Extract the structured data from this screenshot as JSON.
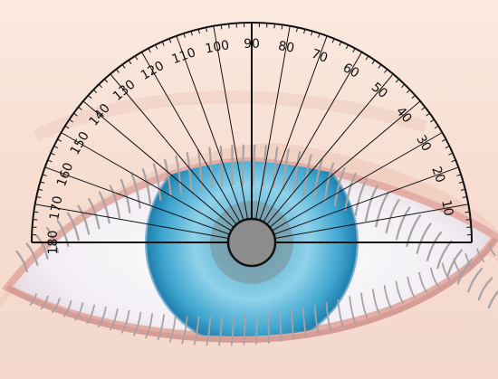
{
  "diagram": {
    "protractor": {
      "tick_labels": [
        {
          "angle": 10,
          "text": "10"
        },
        {
          "angle": 20,
          "text": "20"
        },
        {
          "angle": 30,
          "text": "30"
        },
        {
          "angle": 40,
          "text": "40"
        },
        {
          "angle": 50,
          "text": "50"
        },
        {
          "angle": 60,
          "text": "60"
        },
        {
          "angle": 70,
          "text": "70"
        },
        {
          "angle": 80,
          "text": "80"
        },
        {
          "angle": 90,
          "text": "90"
        },
        {
          "angle": 100,
          "text": "100"
        },
        {
          "angle": 110,
          "text": "110"
        },
        {
          "angle": 120,
          "text": "120"
        },
        {
          "angle": 130,
          "text": "130"
        },
        {
          "angle": 140,
          "text": "140"
        },
        {
          "angle": 150,
          "text": "150"
        },
        {
          "angle": 160,
          "text": "160"
        },
        {
          "angle": 170,
          "text": "170"
        },
        {
          "angle": 180,
          "text": "180"
        }
      ],
      "range_degrees": [
        0,
        180
      ],
      "major_step_degrees": 10,
      "minor_step_degrees": 2
    },
    "colors": {
      "skin": "#f7dfd2",
      "sclera": "#f4f2f6",
      "iris_outer": "#3fa5cf",
      "iris_inner": "#9ed8ec",
      "pupil": "#8c8c8c",
      "lashes": "#a8a0a0",
      "eyelid_rim": "#e6b3ad",
      "lines": "#111111"
    }
  }
}
